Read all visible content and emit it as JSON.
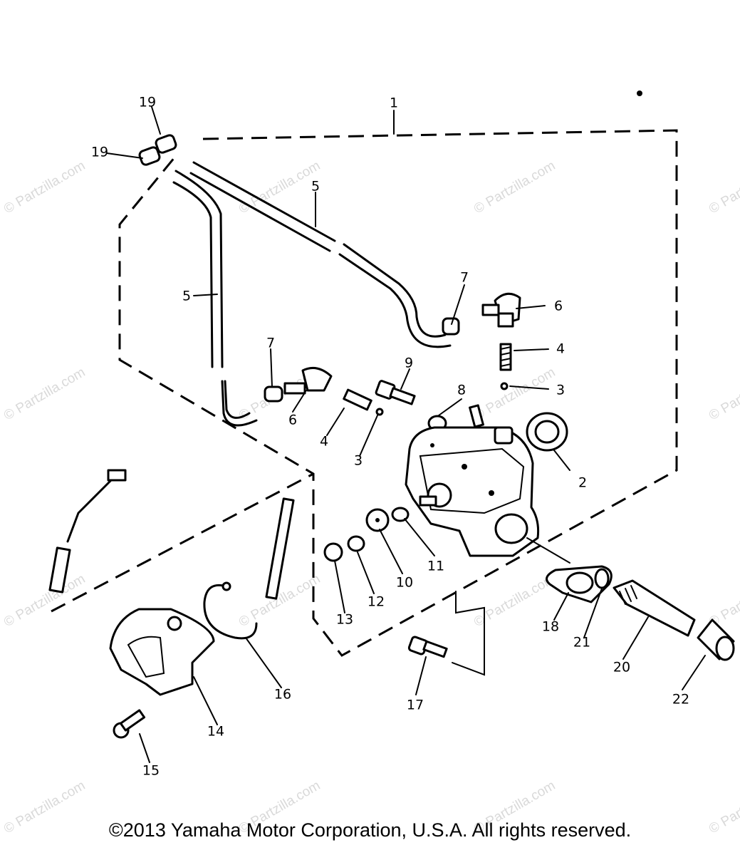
{
  "watermark": "© Partzilla.com",
  "copyright": "©2013 Yamaha Motor Corporation, U.S.A. All rights reserved.",
  "callouts": [
    "1",
    "2",
    "3",
    "3",
    "4",
    "4",
    "5",
    "5",
    "6",
    "6",
    "7",
    "7",
    "8",
    "9",
    "10",
    "11",
    "12",
    "13",
    "14",
    "15",
    "16",
    "17",
    "18",
    "19",
    "19",
    "20",
    "21",
    "22"
  ]
}
